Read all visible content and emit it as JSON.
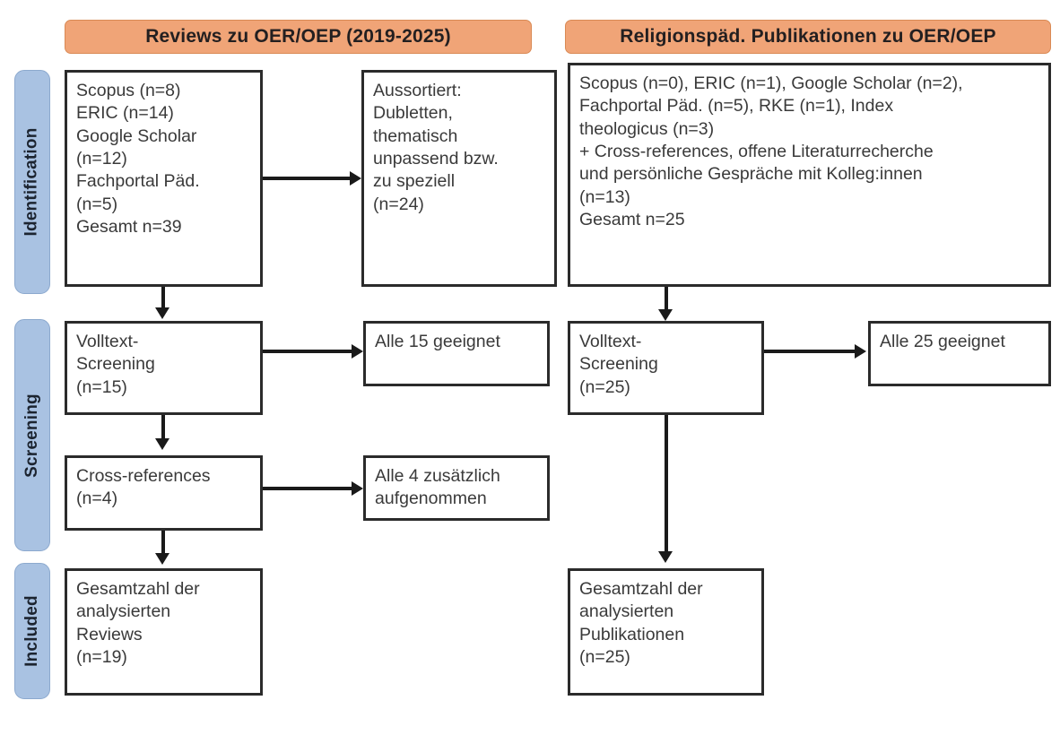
{
  "diagram": {
    "title": "PRISMA Flussdiagramm: Reviews und religionspaedagogische Publikationen zu OER/OEP",
    "colors": {
      "header_fill": "#F0A477",
      "header_border": "#D98A55",
      "stage_fill": "#A9C2E2",
      "stage_border": "#8CA9CE",
      "box_border": "#2b2b2b",
      "connector": "#1a1a1a",
      "text": "#3a3a3a",
      "background": "#ffffff"
    }
  },
  "columns": {
    "left": {
      "header": "Reviews zu OER/OEP (2019-2025)"
    },
    "right": {
      "header": "Religionspäd. Publikationen zu OER/OEP"
    }
  },
  "stages": [
    {
      "id": "identification",
      "label": "Identification"
    },
    {
      "id": "screening",
      "label": "Screening"
    },
    {
      "id": "included",
      "label": "Included"
    }
  ],
  "boxes": {
    "left_identification": {
      "id": "left-identification-sources",
      "text": "Scopus (n=8)\nERIC (n=14)\nGoogle Scholar\n(n=12)\nFachportal Päd.\n(n=5)\nGesamt n=39"
    },
    "left_excluded": {
      "id": "left-excluded",
      "text": "Aussortiert:\nDubletten,\nthematisch\nunpassend bzw.\nzu speziell\n(n=24)"
    },
    "right_identification": {
      "id": "right-identification-sources",
      "text": "Scopus (n=0), ERIC (n=1), Google Scholar (n=2),\nFachportal Päd. (n=5), RKE (n=1), Index\ntheologicus (n=3)\n+ Cross-references, offene Literaturrecherche\nund persönliche Gespräche mit Kolleg:innen\n(n=13)\nGesamt n=25"
    },
    "left_screening": {
      "id": "left-fulltext-screening",
      "text": "Volltext-\nScreening\n(n=15)"
    },
    "left_screening_result": {
      "id": "left-screening-result",
      "text": "Alle 15 geeignet"
    },
    "left_crossrefs": {
      "id": "left-cross-references",
      "text": "Cross-references\n(n=4)"
    },
    "left_crossrefs_result": {
      "id": "left-cross-references-result",
      "text": "Alle 4 zusätzlich\naufgenommen"
    },
    "right_screening": {
      "id": "right-fulltext-screening",
      "text": "Volltext-\nScreening\n(n=25)"
    },
    "right_screening_result": {
      "id": "right-screening-result",
      "text": "Alle 25 geeignet"
    },
    "left_included": {
      "id": "left-included-total",
      "text": "Gesamtzahl der\nanalysierten\nReviews\n(n=19)"
    },
    "right_included": {
      "id": "right-included-total",
      "text": "Gesamtzahl der\nanalysierten\nPublikationen\n(n=25)"
    }
  },
  "chart_data": {
    "type": "diagram-flow",
    "title": "PRISMA flow: OER/OEP reviews and religious-education publications",
    "columns": [
      {
        "name": "Reviews zu OER/OEP (2019-2025)",
        "identification": {
          "sources": [
            {
              "name": "Scopus",
              "n": 8
            },
            {
              "name": "ERIC",
              "n": 14
            },
            {
              "name": "Google Scholar",
              "n": 12
            },
            {
              "name": "Fachportal Päd.",
              "n": 5
            }
          ],
          "total": 39,
          "excluded": {
            "reasons": [
              "Dubletten",
              "thematisch unpassend bzw. zu speziell"
            ],
            "n": 24
          }
        },
        "screening": {
          "fulltext_screening_n": 15,
          "fulltext_result": "Alle 15 geeignet",
          "cross_references_n": 4,
          "cross_references_result": "Alle 4 zusätzlich aufgenommen"
        },
        "included": {
          "label": "Gesamtzahl der analysierten Reviews",
          "n": 19
        }
      },
      {
        "name": "Religionspäd. Publikationen zu OER/OEP",
        "identification": {
          "sources": [
            {
              "name": "Scopus",
              "n": 0
            },
            {
              "name": "ERIC",
              "n": 1
            },
            {
              "name": "Google Scholar",
              "n": 2
            },
            {
              "name": "Fachportal Päd.",
              "n": 5
            },
            {
              "name": "RKE",
              "n": 1
            },
            {
              "name": "Index theologicus",
              "n": 3
            }
          ],
          "additional": {
            "name": "Cross-references, offene Literaturrecherche und persönliche Gespräche mit Kolleg:innen",
            "n": 13
          },
          "total": 25,
          "excluded": null
        },
        "screening": {
          "fulltext_screening_n": 25,
          "fulltext_result": "Alle 25 geeignet"
        },
        "included": {
          "label": "Gesamtzahl der analysierten Publikationen",
          "n": 25
        }
      }
    ]
  }
}
